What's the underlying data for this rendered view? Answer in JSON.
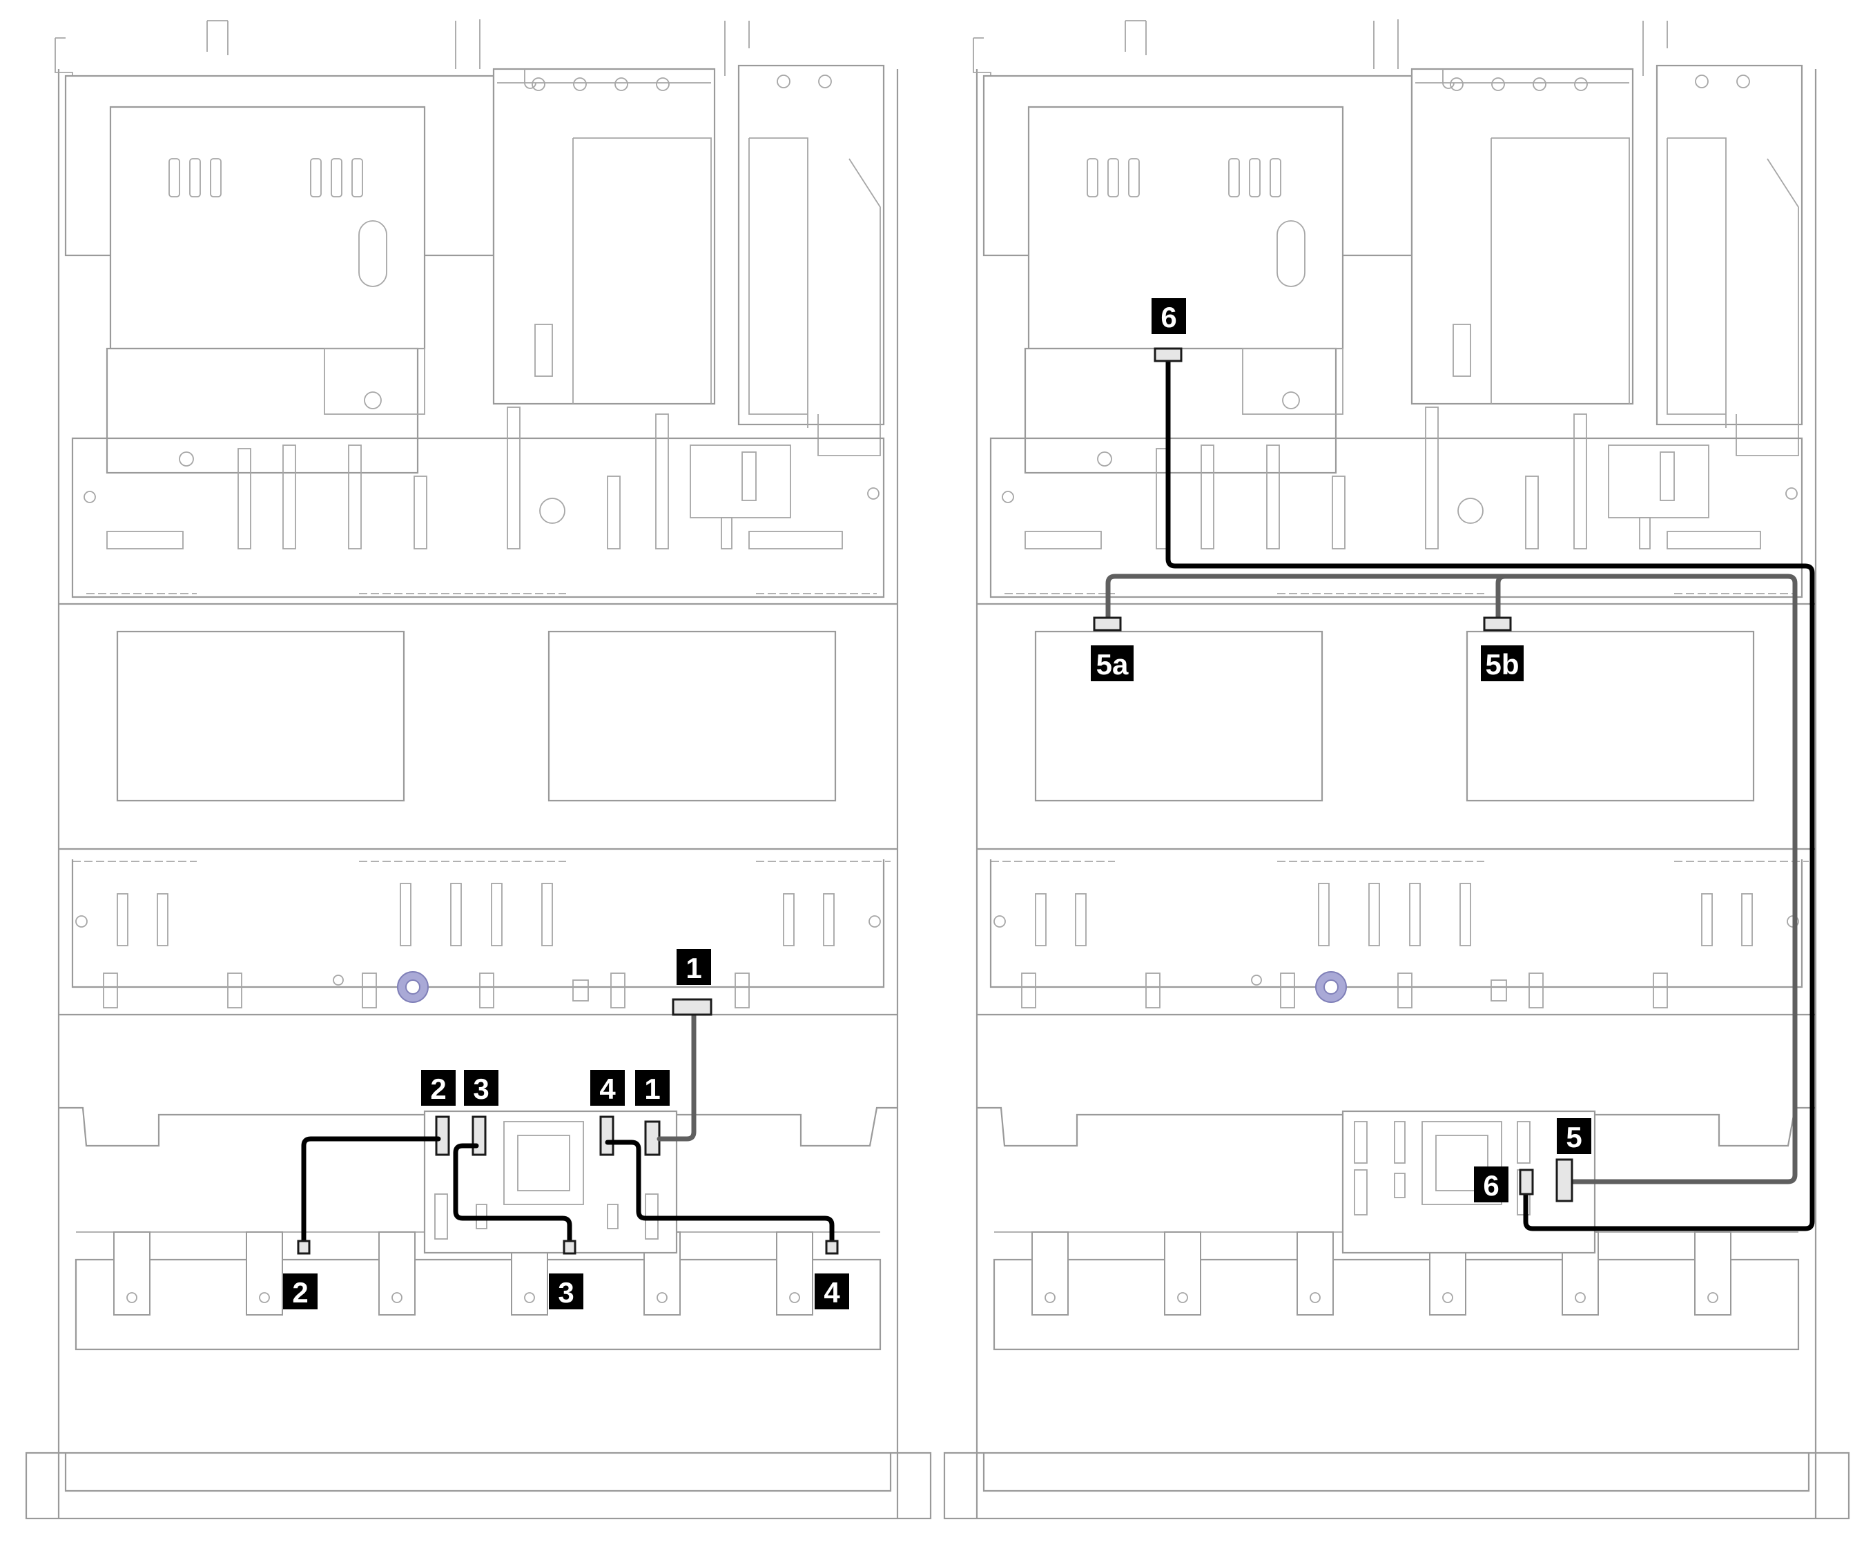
{
  "panels": [
    {
      "id": "left",
      "callouts": [
        {
          "id": "c1-top",
          "label": "1"
        },
        {
          "id": "c2-top",
          "label": "2"
        },
        {
          "id": "c3-top",
          "label": "3"
        },
        {
          "id": "c4-top",
          "label": "4"
        },
        {
          "id": "c1-side",
          "label": "1"
        },
        {
          "id": "c2-bottom",
          "label": "2"
        },
        {
          "id": "c3-bottom",
          "label": "3"
        },
        {
          "id": "c4-bottom",
          "label": "4"
        }
      ]
    },
    {
      "id": "right",
      "callouts": [
        {
          "id": "c6-top",
          "label": "6"
        },
        {
          "id": "c5a",
          "label": "5a"
        },
        {
          "id": "c5b",
          "label": "5b"
        },
        {
          "id": "c5",
          "label": "5"
        },
        {
          "id": "c6-bottom",
          "label": "6"
        }
      ]
    }
  ],
  "colors": {
    "outline": "#9a9a9a",
    "cable_black": "#000000",
    "cable_gray": "#5f5f5f",
    "badge_bg": "#000000",
    "badge_text": "#ffffff",
    "accent_circle": "#a9a9d6"
  }
}
